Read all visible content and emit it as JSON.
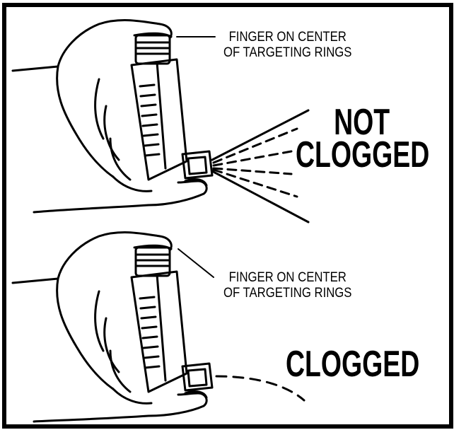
{
  "panels": [
    {
      "callout": {
        "line1": "FINGER ON CENTER",
        "line2": "OF TARGETING RINGS"
      },
      "status": {
        "line1": "NOT",
        "line2": "CLOGGED"
      },
      "spray": "full-spray"
    },
    {
      "callout": {
        "line1": "FINGER ON CENTER",
        "line2": "OF TARGETING RINGS"
      },
      "status": {
        "line1": "CLOGGED",
        "line2": ""
      },
      "spray": "weak-dribble"
    }
  ],
  "colors": {
    "ink": "#000000",
    "paper": "#ffffff"
  }
}
